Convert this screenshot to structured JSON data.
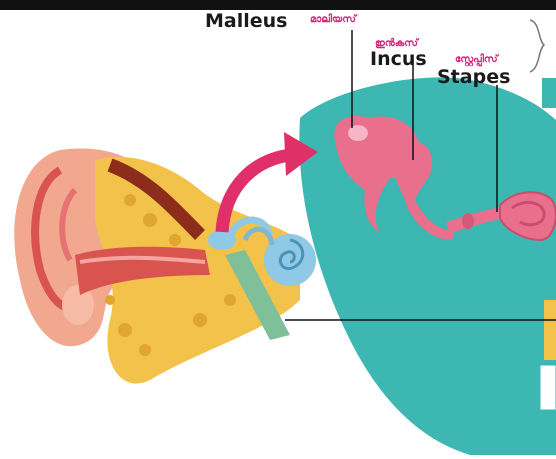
{
  "diagram": {
    "labels": {
      "malleus": "Malleus",
      "malleus_ml": "മാലിയസ്",
      "incus": "Incus",
      "incus_ml": "ഇൻകസ്",
      "stapes": "Stapes",
      "stapes_ml": "സ്റ്റേപ്പിസ്"
    },
    "colors": {
      "panel_teal": "#3cb7b1",
      "ossicle_pink": "#e8708c",
      "arrow_pink": "#e0306a",
      "ear_skin": "#f2a88e",
      "bone_yellow": "#f2c24a",
      "cochlea_blue": "#8fc9e6"
    }
  }
}
